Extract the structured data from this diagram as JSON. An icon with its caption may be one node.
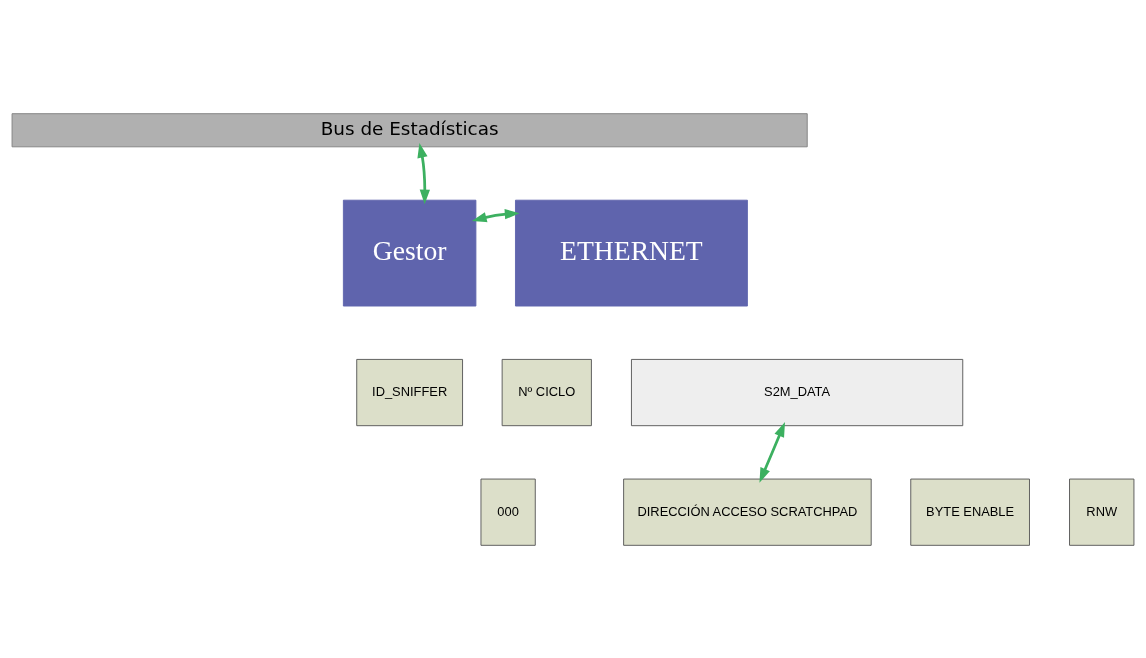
{
  "diagram": {
    "nodes": [
      {
        "text": [
          "Bus de Estadísticas"
        ]
      },
      {
        "text": [
          "Gestor"
        ]
      },
      {
        "text": [
          "ETHERNET"
        ]
      },
      {
        "text": [
          "ID_SNIFFER"
        ]
      },
      {
        "text": [
          "Nº CICLO"
        ]
      },
      {
        "text": [
          "S2M_DATA"
        ]
      },
      {
        "text": [
          "000"
        ]
      },
      {
        "text": [
          "DIRECCIÓN ACCESO SCRATCHPAD"
        ]
      },
      {
        "text": [
          "BYTE ENABLE"
        ]
      },
      {
        "text": [
          "RNW"
        ]
      }
    ],
    "edges": [
      {
        "from": 0,
        "to": 1,
        "arrow": "both"
      },
      {
        "from": 1,
        "to": 2,
        "arrow": "both"
      },
      {
        "from": 5,
        "to": 7,
        "arrow": "both"
      }
    ]
  }
}
